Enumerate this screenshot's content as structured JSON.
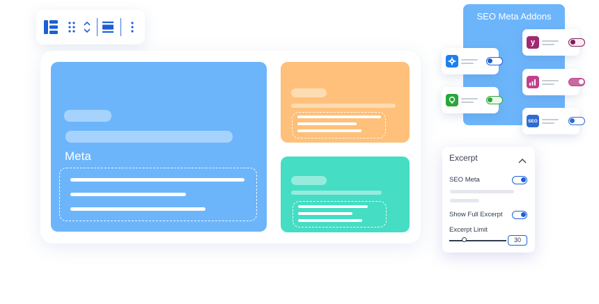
{
  "main": {
    "card_label": "Meta"
  },
  "seo_addons": {
    "title": "SEO Meta Addons",
    "addons": [
      {
        "icon": "gear-badge-icon",
        "color": "#1d7ff0",
        "toggle": "off"
      },
      {
        "icon": "bulb-icon",
        "color": "#2aa63a",
        "toggle": "on"
      },
      {
        "icon": "yoast-icon",
        "logo": "y",
        "color": "#a0296f",
        "toggle": "on"
      },
      {
        "icon": "rankmath-icon",
        "color": "#c1418a",
        "toggle": "on"
      },
      {
        "icon": "seopress-icon",
        "logo": "SEO",
        "color": "#2f6bd3",
        "toggle": "off"
      }
    ]
  },
  "excerpt": {
    "title": "Excerpt",
    "seo_meta_label": "SEO Meta",
    "show_full_label": "Show Full Excerpt",
    "limit_label": "Excerpt Limit",
    "limit_value": "30"
  },
  "colors": {
    "blue_card": "#6cb5fb",
    "orange_card": "#fec07a",
    "teal_card": "#45ddc4",
    "accent": "#1c5fd6"
  }
}
